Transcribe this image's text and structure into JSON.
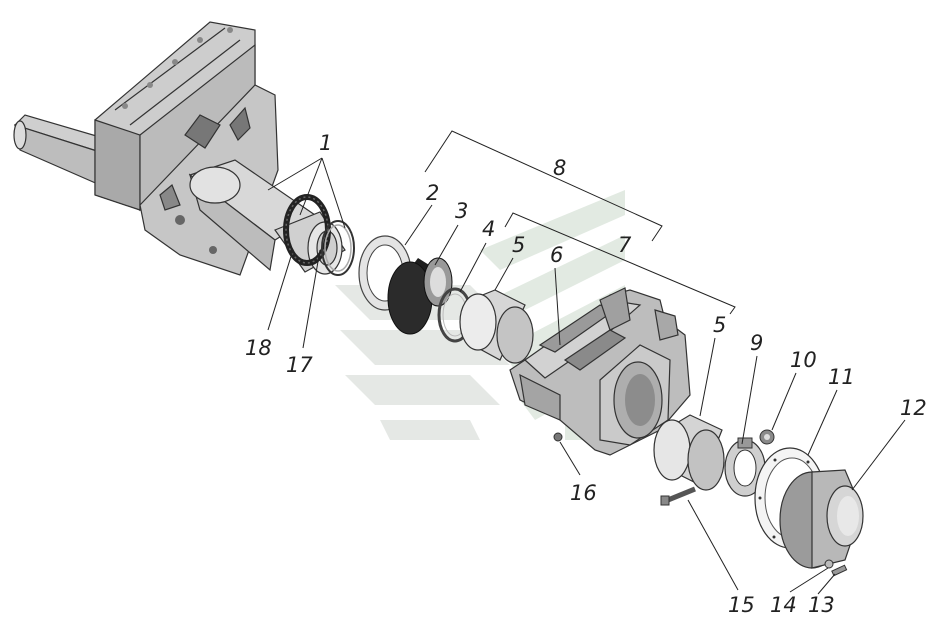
{
  "colors": {
    "part_light": "#d4d4d4",
    "part_mid": "#aaaaaa",
    "part_dark": "#7a7a7a",
    "ring_black": "#222222",
    "watermark_gray": "#e3e6e3",
    "watermark_green": "#dfe8df",
    "line": "#222222"
  },
  "watermark": {
    "name": "logo-watermark"
  },
  "callouts": [
    {
      "id": "c1",
      "text": "1"
    },
    {
      "id": "c2",
      "text": "2"
    },
    {
      "id": "c3",
      "text": "3"
    },
    {
      "id": "c4",
      "text": "4"
    },
    {
      "id": "c5a",
      "text": "5"
    },
    {
      "id": "c6",
      "text": "6"
    },
    {
      "id": "c7",
      "text": "7"
    },
    {
      "id": "c8",
      "text": "8"
    },
    {
      "id": "c5b",
      "text": "5"
    },
    {
      "id": "c9",
      "text": "9"
    },
    {
      "id": "c10",
      "text": "10"
    },
    {
      "id": "c11",
      "text": "11"
    },
    {
      "id": "c12",
      "text": "12"
    },
    {
      "id": "c13",
      "text": "13"
    },
    {
      "id": "c14",
      "text": "14"
    },
    {
      "id": "c15",
      "text": "15"
    },
    {
      "id": "c16",
      "text": "16"
    },
    {
      "id": "c17",
      "text": "17"
    },
    {
      "id": "c18",
      "text": "18"
    }
  ]
}
